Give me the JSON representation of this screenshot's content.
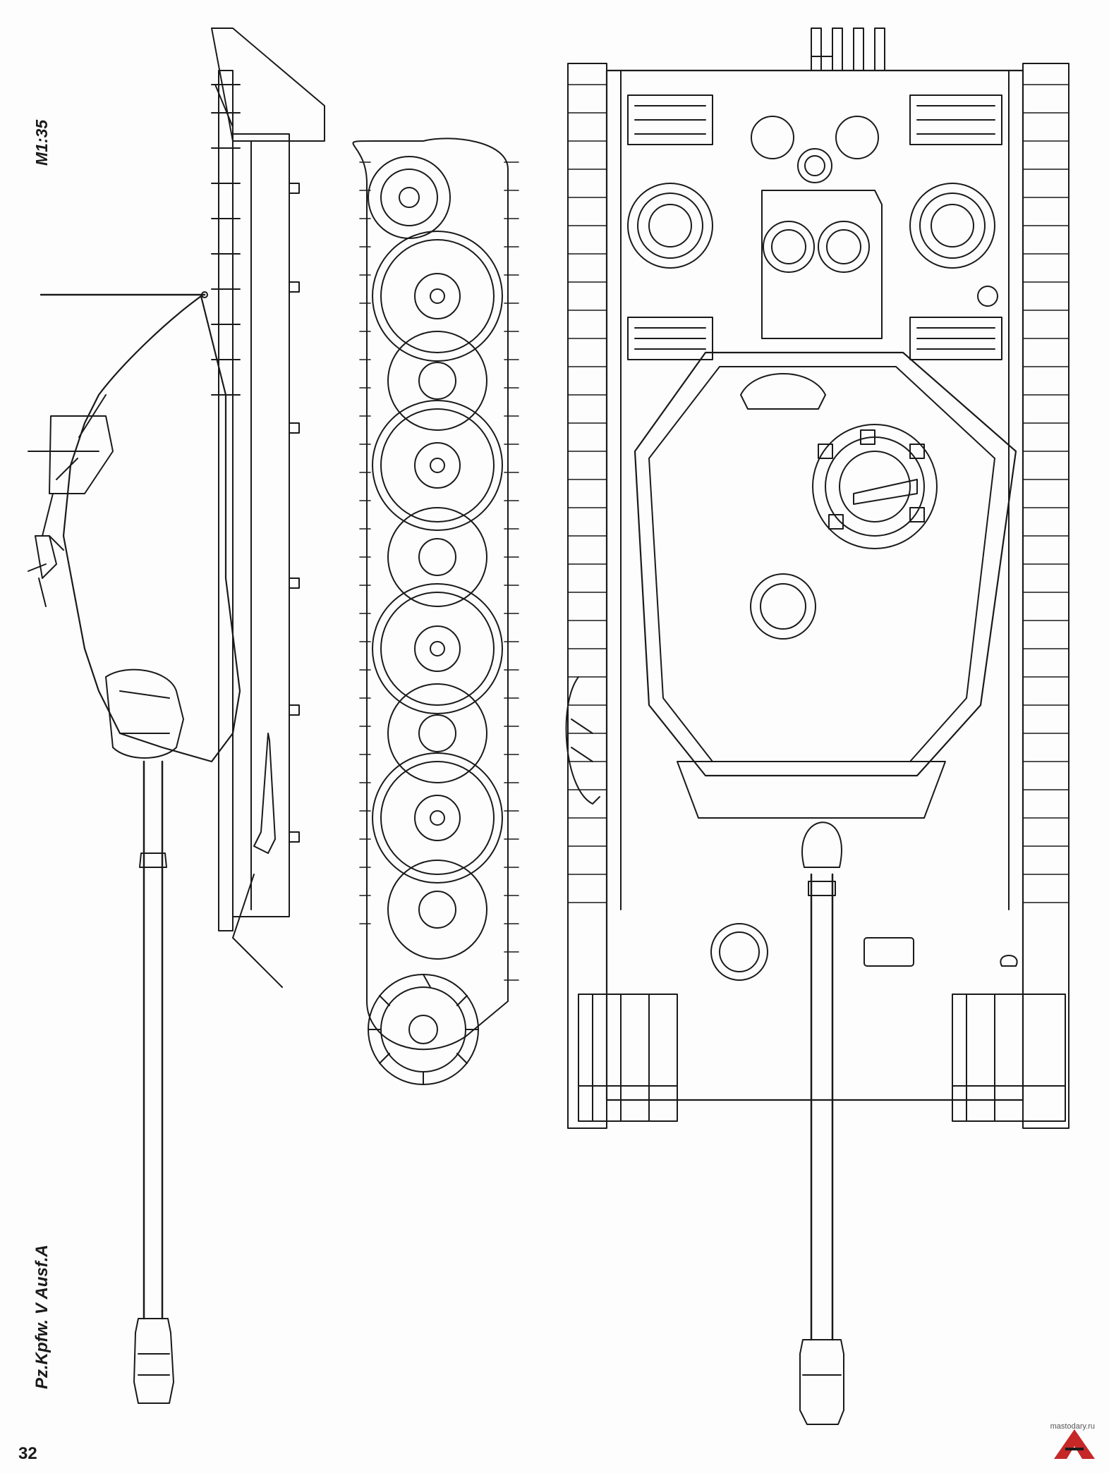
{
  "page": {
    "scale_label": "M1:35",
    "title_label": "Pz.Kpfw. V Ausf.A",
    "page_number": "32"
  },
  "watermark": {
    "text": "mastodary.ru",
    "logo": "A"
  },
  "drawing": {
    "views": [
      "side-view",
      "top-view"
    ],
    "road_wheel_count": 8,
    "colors": {
      "line": "#1a1a1a",
      "paper": "#fdfdfd",
      "bleed_text": "#c9ced8"
    }
  }
}
